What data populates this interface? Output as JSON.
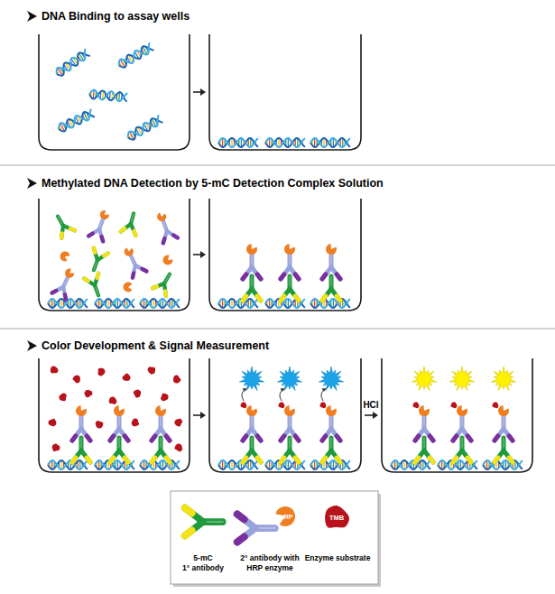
{
  "diagram": {
    "nodes": [
      {
        "text": [
          "DNA Binding to assay wells"
        ]
      },
      {
        "text": [
          "Methylated DNA Detection by 5-mC Detection Complex Solution"
        ]
      },
      {
        "text": [
          "Color Development & Signal Measurement"
        ]
      }
    ],
    "labels": [
      "HCl",
      "HRP",
      "TMB"
    ],
    "legend": [
      {
        "text": "5-mC 1° antibody"
      },
      {
        "text": "2° antibody with HRP enzyme"
      },
      {
        "text": "Enzyme substrate"
      }
    ]
  }
}
